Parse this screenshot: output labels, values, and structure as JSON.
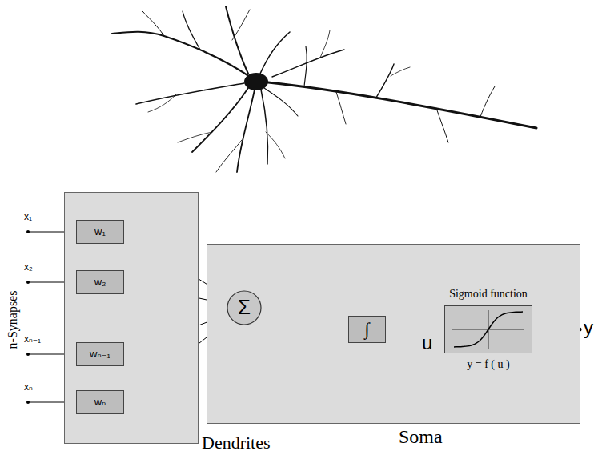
{
  "diagram": {
    "nodes": [
      {
        "text": [
          "Dendrites"
        ]
      },
      {
        "text": [
          "Soma"
        ]
      },
      {
        "text": [
          "w₁"
        ],
        "in": 0
      },
      {
        "text": [
          "w₂"
        ],
        "in": 0
      },
      {
        "text": [
          "wₙ₋₁"
        ],
        "in": 0
      },
      {
        "text": [
          "wₙ"
        ],
        "in": 0
      },
      {
        "text": [
          "Σ"
        ],
        "in": 1
      },
      {
        "text": [
          "∫"
        ],
        "in": 1
      },
      {
        "text": [
          "Sigmoid function",
          "y = f ( u )"
        ],
        "in": 1
      }
    ],
    "edges": [
      {
        "from": 2,
        "to": 6,
        "arrow": "to"
      },
      {
        "from": 3,
        "to": 6,
        "arrow": "to"
      },
      {
        "from": 4,
        "to": 6,
        "arrow": "to"
      },
      {
        "from": 5,
        "to": 6,
        "arrow": "to"
      },
      {
        "from": 6,
        "to": 7,
        "arrow": "to"
      },
      {
        "from": 7,
        "to": 8,
        "arrow": "to",
        "label": "u"
      }
    ],
    "labels": [
      "n-Synapses",
      "x₁",
      "x₂",
      "xₙ₋₁",
      "xₙ",
      "y"
    ]
  }
}
